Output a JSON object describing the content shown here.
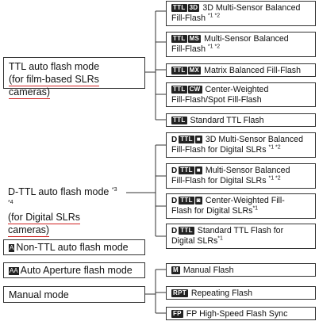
{
  "modes": {
    "ttl": {
      "line1": "TTL auto flash mode",
      "line2": "(for film-based SLRs cameras)"
    },
    "dttl": {
      "line1": "D-TTL auto flash mode",
      "sup": "*3 *4",
      "line2": "(for Digital SLRs cameras)"
    },
    "non_ttl": {
      "badge": "A",
      "label": "Non-TTL auto flash mode"
    },
    "auto_aperture": {
      "badge": "AA",
      "label": "Auto Aperture flash mode"
    },
    "manual": {
      "label": "Manual mode"
    }
  },
  "ttl_options": [
    {
      "badge": "TTL",
      "icon": "3D",
      "line1": "3D Multi-Sensor Balanced",
      "line2": "Fill-Flash",
      "sup": "*1 *2"
    },
    {
      "badge": "TTL",
      "icon": "MS",
      "line1": "Multi-Sensor Balanced",
      "line2": "Fill-Flash",
      "sup": "*1 *2"
    },
    {
      "badge": "TTL",
      "icon": "MX",
      "line1": "Matrix Balanced Fill-Flash",
      "line2": "",
      "sup": ""
    },
    {
      "badge": "TTL",
      "icon": "CW",
      "line1": "Center-Weighted",
      "line2": "Fill-Flash/Spot Fill-Flash",
      "sup": ""
    },
    {
      "badge": "TTL",
      "icon": "",
      "line1": "Standard TTL Flash",
      "line2": "",
      "sup": ""
    }
  ],
  "dttl_options": [
    {
      "d": "D",
      "badge": "TTL",
      "line1": "3D Multi-Sensor Balanced",
      "line2": "Fill-Flash for Digital SLRs",
      "sup": "*1 *2"
    },
    {
      "d": "D",
      "badge": "TTL",
      "line1": "Multi-Sensor Balanced",
      "line2": "Fill-Flash for Digital SLRs",
      "sup": "*1 *2"
    },
    {
      "d": "D",
      "badge": "TTL",
      "line1": "Center-Weighted Fill-",
      "line2": "Flash for Digital SLRs",
      "sup": "*1"
    },
    {
      "d": "D",
      "badge": "TTL",
      "line1": "Standard TTL Flash for",
      "line2": "Digital SLRs",
      "sup": "*1"
    }
  ],
  "manual_options": [
    {
      "badge": "M",
      "label": "Manual Flash"
    },
    {
      "badge": "RPT",
      "label": "Repeating Flash"
    },
    {
      "badge": "FP",
      "label": "FP High-Speed Flash Sync"
    }
  ]
}
